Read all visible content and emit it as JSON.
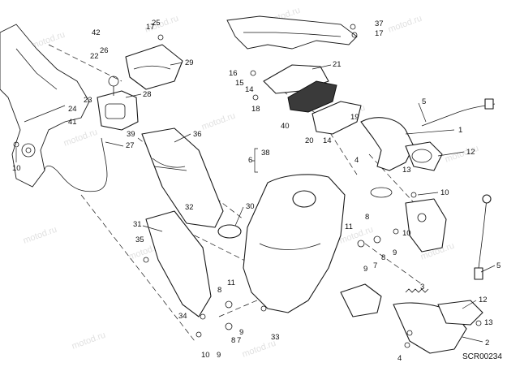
{
  "diagram": {
    "watermark": "motod.ru",
    "drawing_code": "SCR00234",
    "callouts": [
      "1",
      "2",
      "3",
      "4",
      "5",
      "6",
      "7",
      "8",
      "9",
      "10",
      "11",
      "12",
      "13",
      "14",
      "15",
      "16",
      "17",
      "18",
      "19",
      "20",
      "21",
      "22",
      "23",
      "24",
      "25",
      "26",
      "27",
      "28",
      "29",
      "30",
      "31",
      "32",
      "33",
      "34",
      "35",
      "36",
      "37",
      "38",
      "39",
      "40",
      "41",
      "42"
    ]
  }
}
